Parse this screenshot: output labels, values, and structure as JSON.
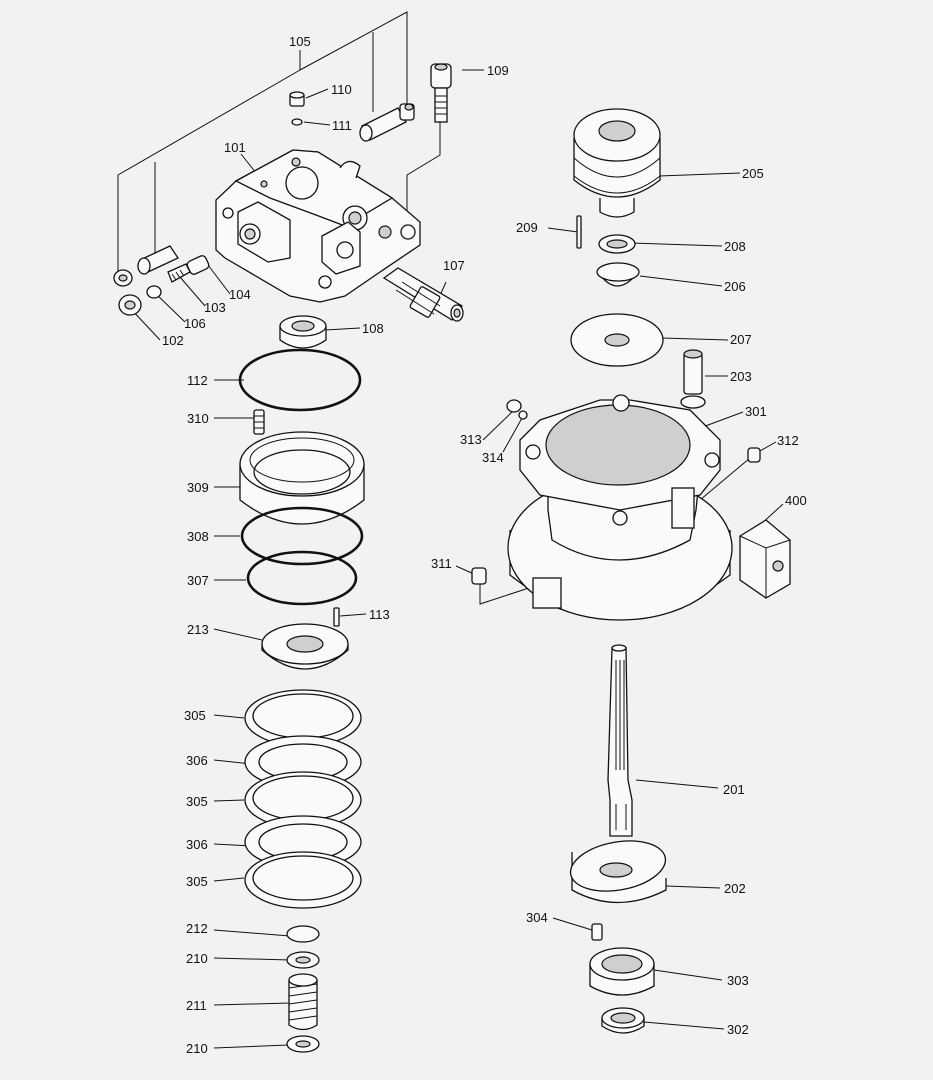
{
  "diagram": {
    "callouts": [
      {
        "id": "c105",
        "text": "105"
      },
      {
        "id": "c109",
        "text": "109"
      },
      {
        "id": "c110",
        "text": "110"
      },
      {
        "id": "c111",
        "text": "111"
      },
      {
        "id": "c101",
        "text": "101"
      },
      {
        "id": "c107",
        "text": "107"
      },
      {
        "id": "c104",
        "text": "104"
      },
      {
        "id": "c103",
        "text": "103"
      },
      {
        "id": "c106",
        "text": "106"
      },
      {
        "id": "c102",
        "text": "102"
      },
      {
        "id": "c108",
        "text": "108"
      },
      {
        "id": "c112",
        "text": "112"
      },
      {
        "id": "c310",
        "text": "310"
      },
      {
        "id": "c309",
        "text": "309"
      },
      {
        "id": "c308",
        "text": "308"
      },
      {
        "id": "c307",
        "text": "307"
      },
      {
        "id": "c113",
        "text": "113"
      },
      {
        "id": "c213",
        "text": "213"
      },
      {
        "id": "c305a",
        "text": "305"
      },
      {
        "id": "c306a",
        "text": "306"
      },
      {
        "id": "c305b",
        "text": "305"
      },
      {
        "id": "c306b",
        "text": "306"
      },
      {
        "id": "c305c",
        "text": "305"
      },
      {
        "id": "c212",
        "text": "212"
      },
      {
        "id": "c210a",
        "text": "210"
      },
      {
        "id": "c211",
        "text": "211"
      },
      {
        "id": "c210b",
        "text": "210"
      },
      {
        "id": "c205",
        "text": "205"
      },
      {
        "id": "c209",
        "text": "209"
      },
      {
        "id": "c208",
        "text": "208"
      },
      {
        "id": "c206",
        "text": "206"
      },
      {
        "id": "c207",
        "text": "207"
      },
      {
        "id": "c203",
        "text": "203"
      },
      {
        "id": "c301",
        "text": "301"
      },
      {
        "id": "c313",
        "text": "313"
      },
      {
        "id": "c312",
        "text": "312"
      },
      {
        "id": "c314",
        "text": "314"
      },
      {
        "id": "c400",
        "text": "400"
      },
      {
        "id": "c311",
        "text": "311"
      },
      {
        "id": "c201",
        "text": "201"
      },
      {
        "id": "c202",
        "text": "202"
      },
      {
        "id": "c304",
        "text": "304"
      },
      {
        "id": "c303",
        "text": "303"
      },
      {
        "id": "c302",
        "text": "302"
      }
    ]
  }
}
